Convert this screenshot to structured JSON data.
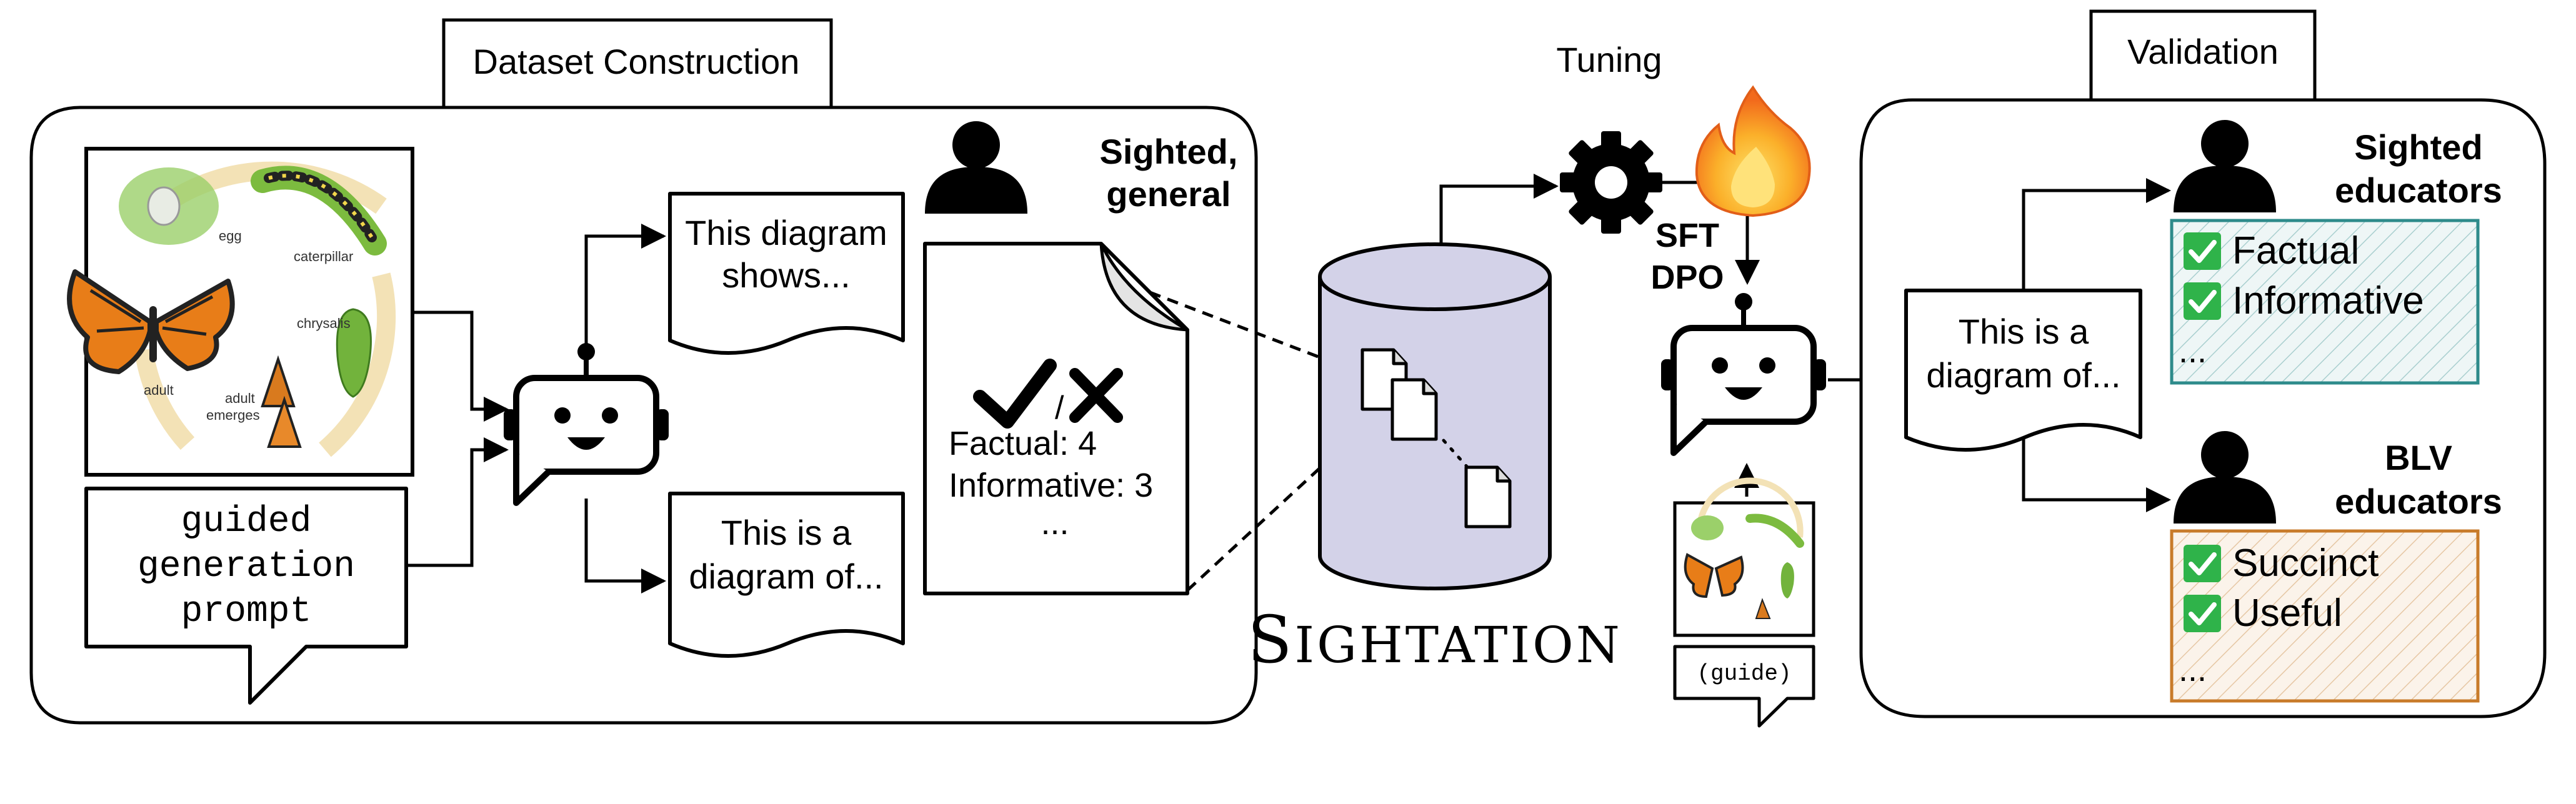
{
  "sections": {
    "dataset_construction": "Dataset Construction",
    "tuning": "Tuning",
    "validation": "Validation"
  },
  "construction": {
    "prompt_lines": [
      "guided",
      "generation",
      "prompt"
    ],
    "annotator_lines": [
      "Sighted,",
      "general"
    ],
    "output_top_lines": [
      "This diagram",
      "shows..."
    ],
    "output_bottom_lines": [
      "This is a",
      "diagram of..."
    ],
    "rating_lines": [
      "Factual: 4",
      "Informative: 3",
      "..."
    ],
    "rating_separator": "/",
    "lifecycle_labels": {
      "egg": "egg",
      "caterpillar": "caterpillar",
      "chrysalis": "chrysalis",
      "adult": "adult",
      "adult_emerges_1": "adult",
      "adult_emerges_2": "emerges"
    }
  },
  "dataset": {
    "name_first": "S",
    "name_rest": "IGHTATION"
  },
  "tuning": {
    "methods": [
      "SFT",
      "DPO"
    ],
    "bubble_label": "(guide)"
  },
  "validation": {
    "output_lines": [
      "This is a",
      "diagram of..."
    ],
    "sighted_lines": [
      "Sighted",
      "educators"
    ],
    "sighted_criteria": [
      "Factual",
      "Informative"
    ],
    "blv_lines": [
      "BLV",
      "educators"
    ],
    "blv_criteria": [
      "Succinct",
      "Useful"
    ],
    "ellipsis": "..."
  },
  "colors": {
    "cylinder": "#d3d2e8",
    "sighted_box_border": "#2e8b8b",
    "blv_box_border": "#c87b2a",
    "checkbox": "#2fb34a",
    "flame_outer": "#f47a20",
    "flame_inner": "#fbbf2a"
  },
  "icons": [
    "robot-icon",
    "person-icon",
    "gear-icon",
    "flame-icon",
    "checkmark-icon",
    "cross-icon",
    "document-icon",
    "butterfly-lifecycle-image"
  ]
}
